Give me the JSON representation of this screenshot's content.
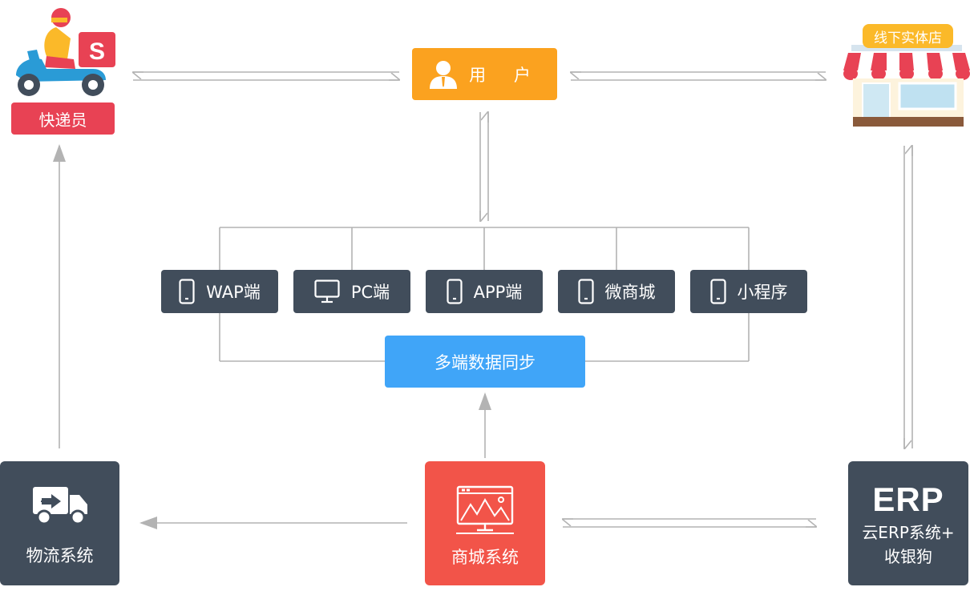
{
  "nodes": {
    "user": "用 户",
    "courier": "快递员",
    "store": "线下实体店",
    "sync": "多端数据同步",
    "mall": "商城系统",
    "logistics": "物流系统",
    "erp_title": "ERP",
    "erp_sub_line1": "云ERP系统+",
    "erp_sub_line2": "收银狗"
  },
  "platforms": [
    {
      "label": "WAP端",
      "icon": "phone-icon"
    },
    {
      "label": "PC端",
      "icon": "monitor-icon"
    },
    {
      "label": "APP端",
      "icon": "phone-icon"
    },
    {
      "label": "微商城",
      "icon": "phone-icon"
    },
    {
      "label": "小程序",
      "icon": "phone-icon"
    }
  ],
  "colors": {
    "user": "#fba21f",
    "platform": "#414d5b",
    "sync": "#40a5f8",
    "mall": "#f25449",
    "courier_label": "#e84254",
    "store_badge": "#fbb929",
    "connector": "#b3b3b3"
  }
}
